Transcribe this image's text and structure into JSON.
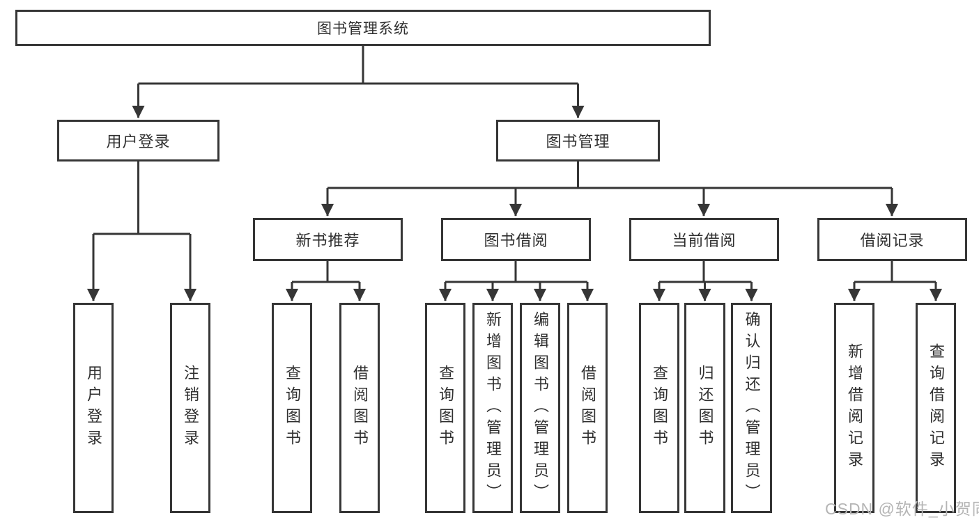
{
  "diagram": {
    "type": "hierarchy-tree",
    "nodes": {
      "root": "图书管理系统",
      "user_login": "用户登录",
      "book_mgmt": "图书管理",
      "new_book_rec": "新书推荐",
      "book_borrow": "图书借阅",
      "current_borrow": "当前借阅",
      "borrow_records": "借阅记录",
      "leaf_user_login": "用户登录",
      "leaf_logout": "注销登录",
      "leaf_rec_query": "查询图书",
      "leaf_rec_borrow": "借阅图书",
      "leaf_bb_query": "查询图书",
      "leaf_bb_add": "新增图书（管理员）",
      "leaf_bb_edit": "编辑图书（管理员）",
      "leaf_bb_borrow": "借阅图书",
      "leaf_cb_query": "查询图书",
      "leaf_cb_return": "归还图书",
      "leaf_cb_confirm": "确认归还（管理员）",
      "leaf_br_add": "新增借阅记录",
      "leaf_br_query": "查询借阅记录"
    },
    "edges": [
      "图书管理系统 -> 用户登录",
      "图书管理系统 -> 图书管理",
      "用户登录 -> 用户登录(叶), 注销登录",
      "图书管理 -> 新书推荐, 图书借阅, 当前借阅, 借阅记录",
      "新书推荐 -> 查询图书, 借阅图书",
      "图书借阅 -> 查询图书, 新增图书（管理员）, 编辑图书（管理员）, 借阅图书",
      "当前借阅 -> 查询图书, 归还图书, 确认归还（管理员）",
      "借阅记录 -> 新增借阅记录, 查询借阅记录"
    ],
    "colors": {
      "line": "#363636",
      "text": "#2f2f2f",
      "background": "#ffffff",
      "watermark_text": "#b5b5b5"
    },
    "watermark": "CSDN @软件_小贺同学"
  }
}
